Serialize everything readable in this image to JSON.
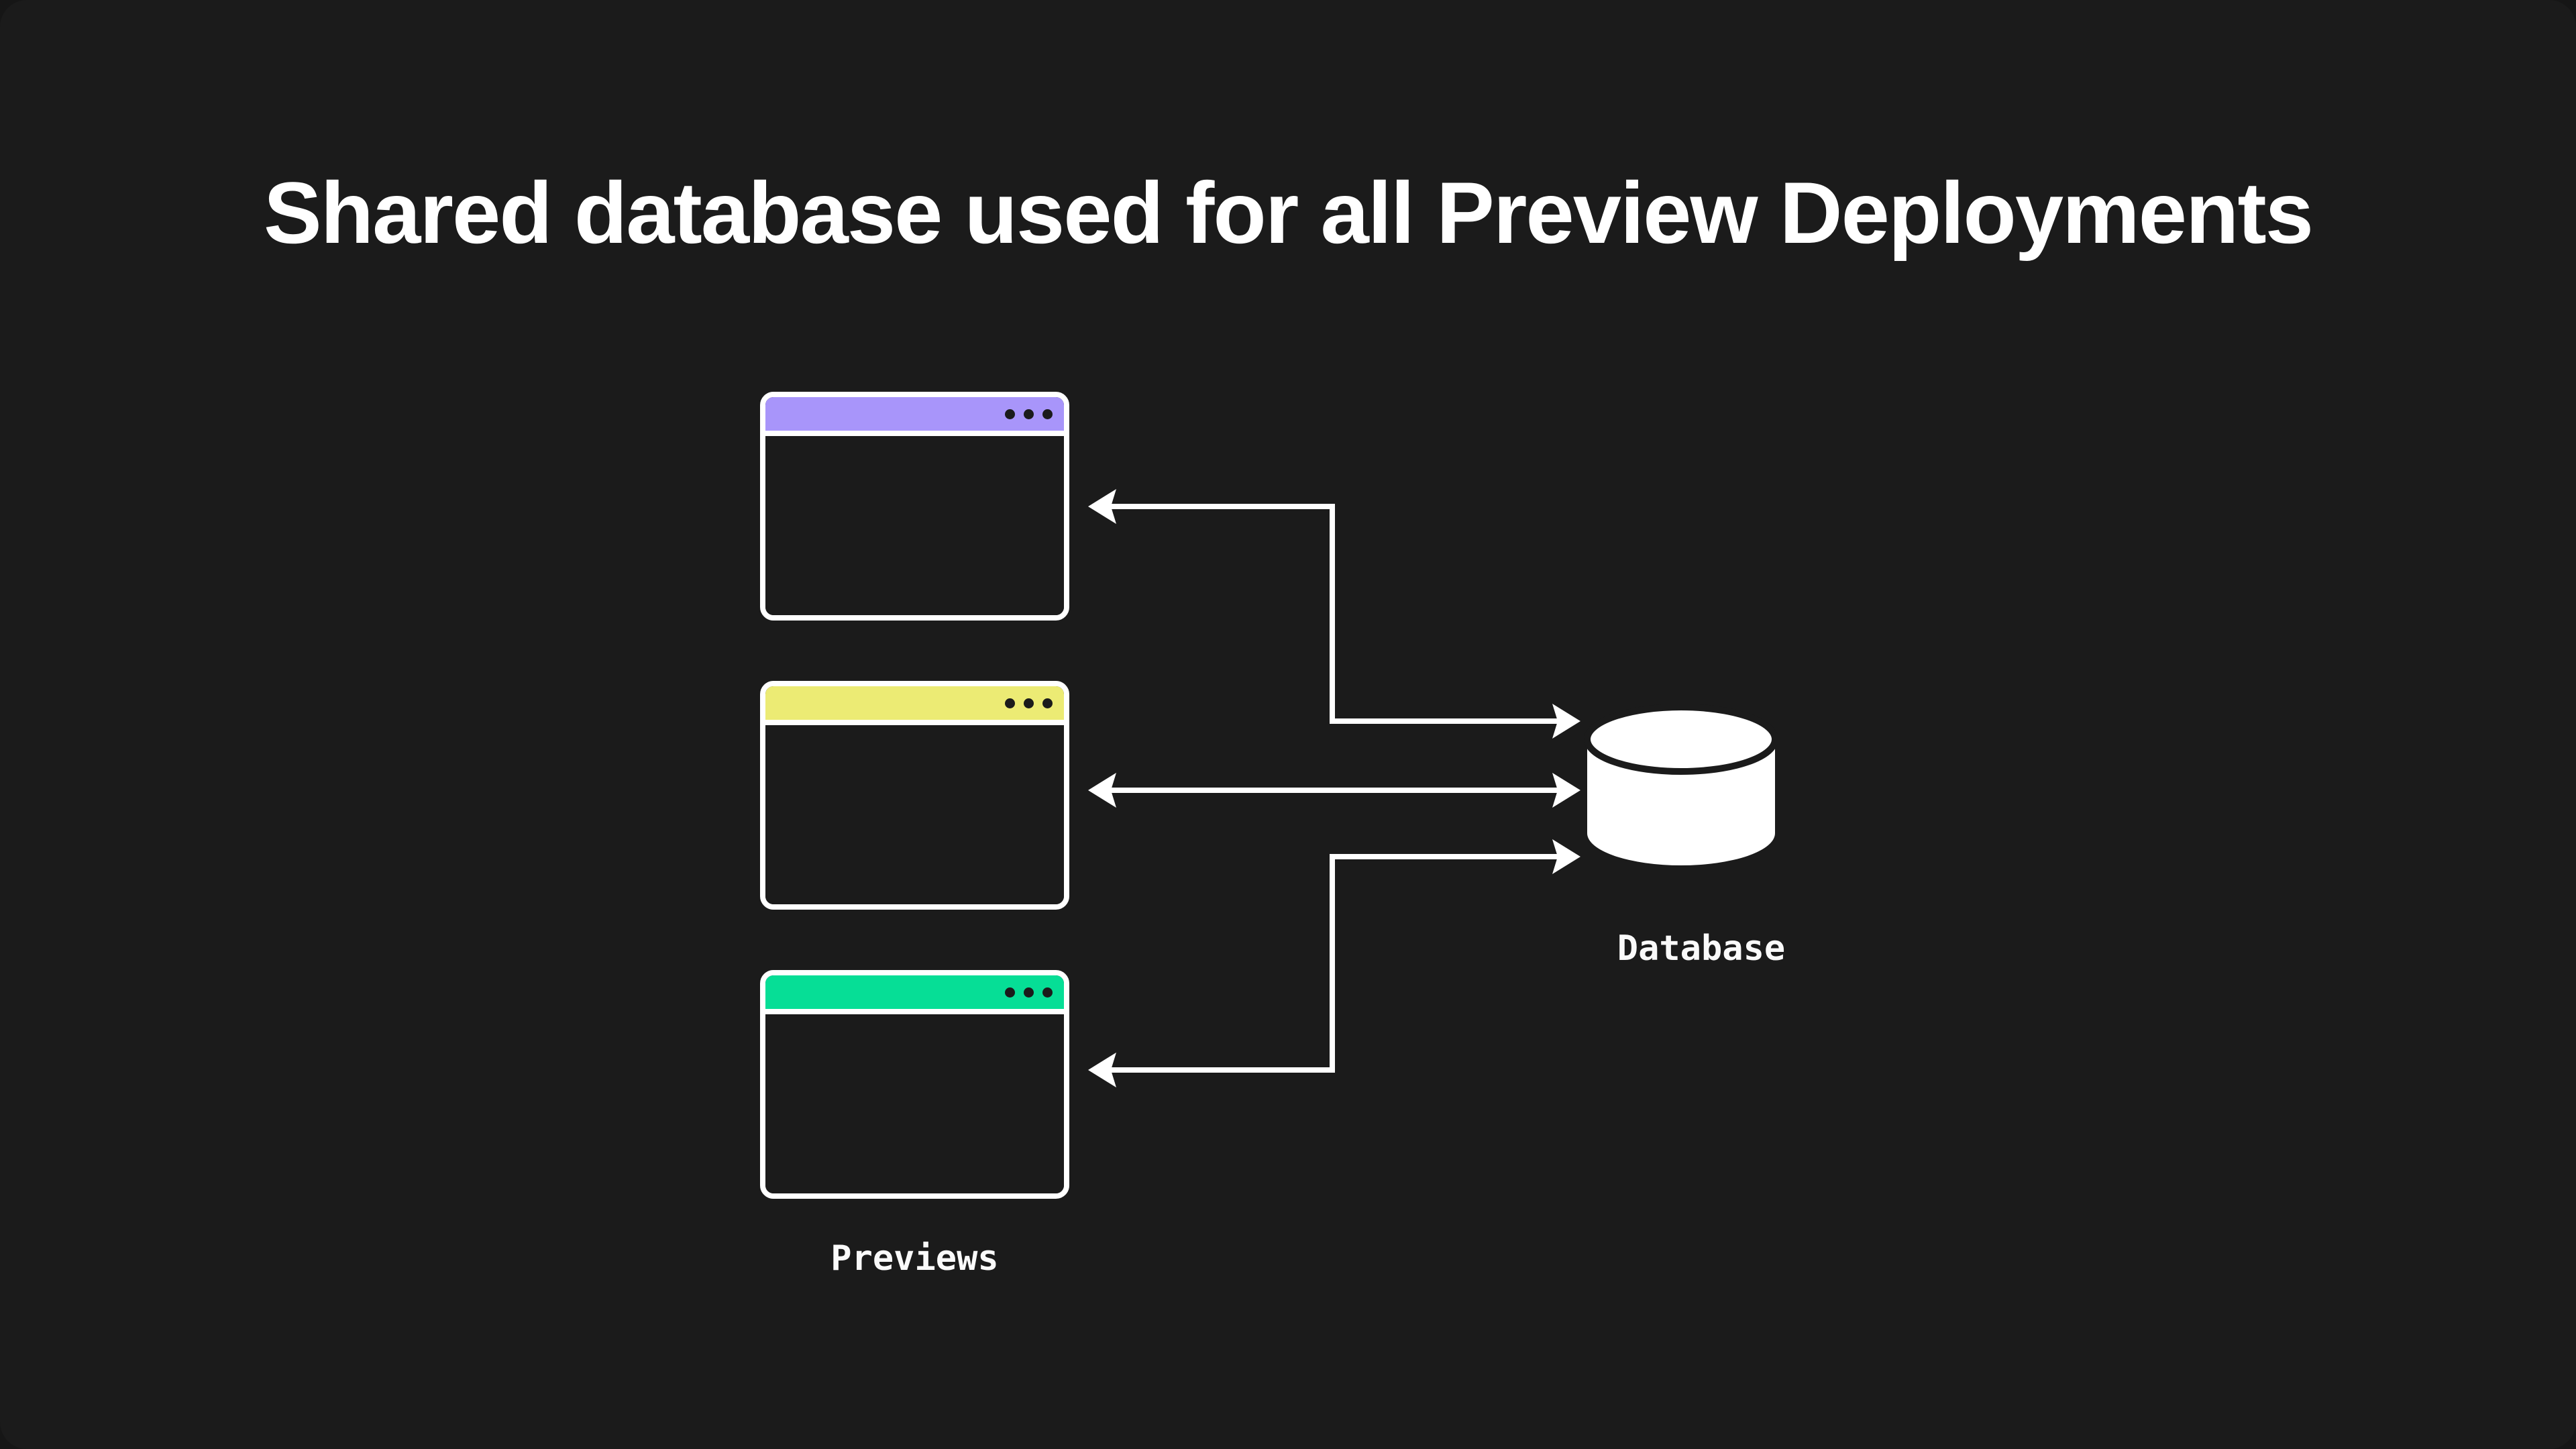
{
  "title": "Shared database used for all Preview Deployments",
  "previews": {
    "label": "Previews",
    "windows": [
      {
        "name": "preview-window-1",
        "header_color": "#A895FA"
      },
      {
        "name": "preview-window-2",
        "header_color": "#ECEB74"
      },
      {
        "name": "preview-window-3",
        "header_color": "#06DE96"
      }
    ]
  },
  "database": {
    "label": "Database"
  },
  "colors": {
    "background": "#1B1B1B",
    "connector_line": "#FFFFFF",
    "window_border": "#FFFFFF",
    "window_dot": "#1B1B1B",
    "title_text": "#FFFFFF",
    "label_text": "#FAFAFA",
    "database_fill": "#FFFFFF"
  }
}
